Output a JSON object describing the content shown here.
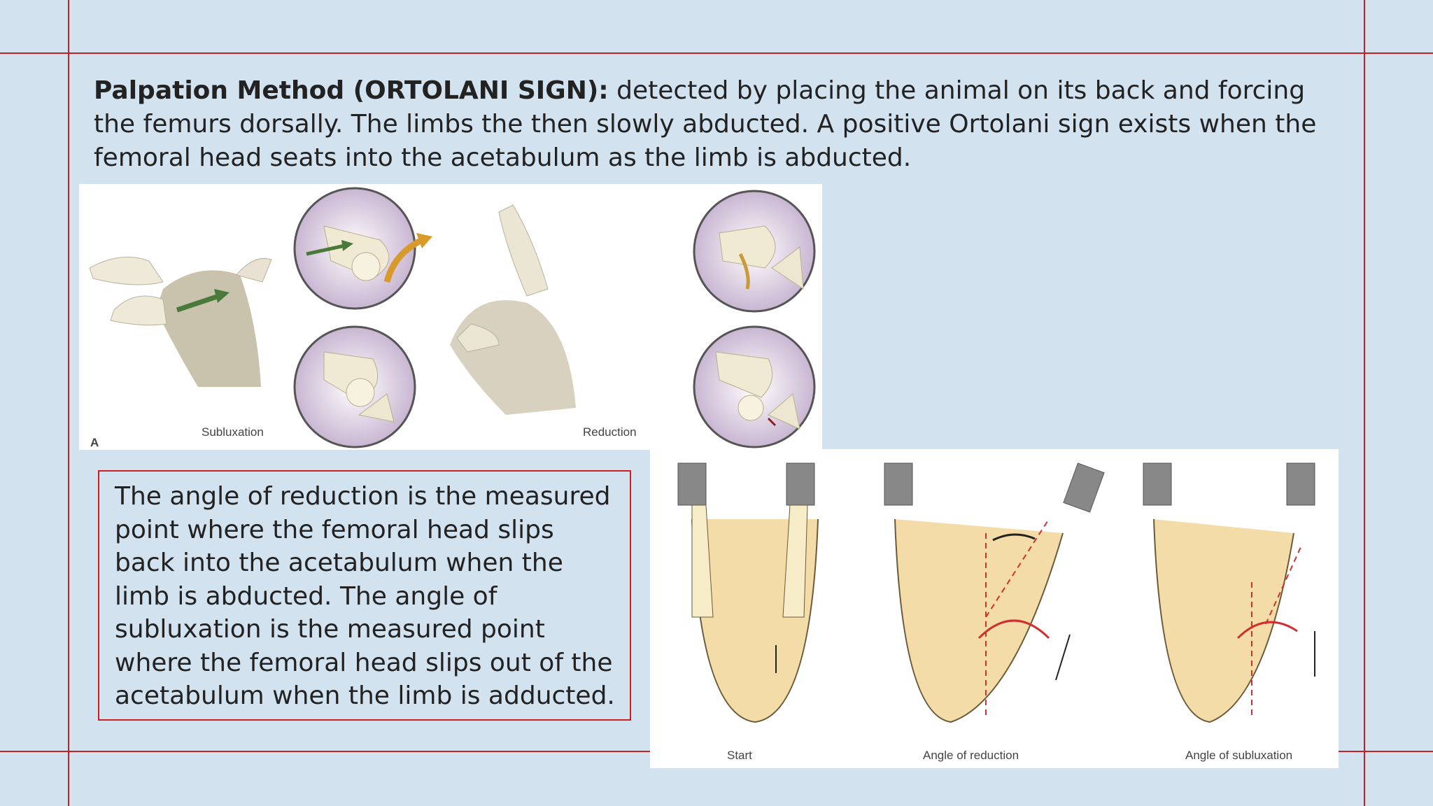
{
  "heading": {
    "label": "Palpation Method (ORTOLANI SIGN):",
    "text": " detected by placing the animal on its back and forcing the femurs dorsally. The limbs the then slowly abducted. A positive Ortolani sign exists when the femoral head seats into the acetabulum as the limb is abducted."
  },
  "figure_top": {
    "panel_letter": "A",
    "caption_left": "Subluxation",
    "caption_right": "Reduction"
  },
  "callout": {
    "text": "The angle of reduction is the measured point where the femoral head slips back into the acetabulum when the limb is abducted. The angle of subluxation is the measured point where the femoral head slips out of the acetabulum when the limb is adducted."
  },
  "figure_bottom": {
    "captions": [
      "Start",
      "Angle of reduction",
      "Angle of subluxation"
    ]
  },
  "colors": {
    "background": "#d2e2ee",
    "guide_lines": "#c81e24",
    "arrow_green": "#4a7a3a",
    "arrow_orange": "#d89a2a",
    "pelvis_fill": "#f3dca8"
  }
}
